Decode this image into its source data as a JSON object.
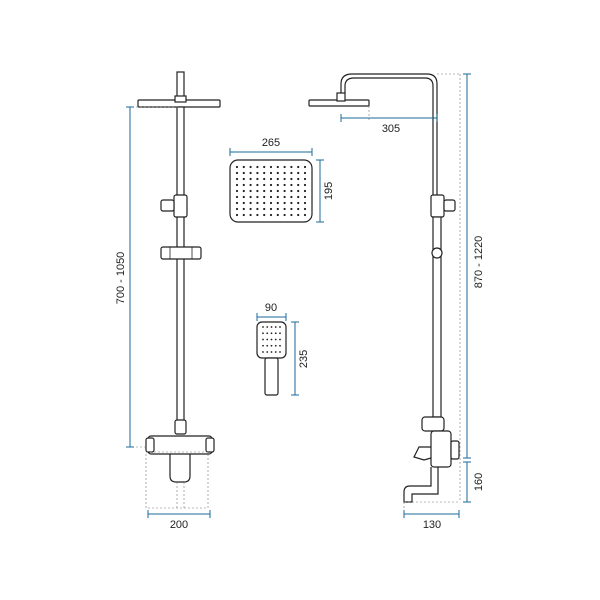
{
  "colors": {
    "line": "#222222",
    "dimension": "#1a6a9a",
    "background": "#ffffff"
  },
  "dimensions": {
    "left_height": "700 - 1050",
    "left_base_width": "200",
    "head_width": "265",
    "head_height": "195",
    "hand_width": "90",
    "hand_height": "235",
    "right_arm_length": "305",
    "right_height": "870 - 1220",
    "right_spout_height": "160",
    "right_spout_depth": "130"
  },
  "shower_head_grid": {
    "rows": 9,
    "cols": 11
  },
  "hand_shower_grid": {
    "rows": 5,
    "cols": 5
  }
}
